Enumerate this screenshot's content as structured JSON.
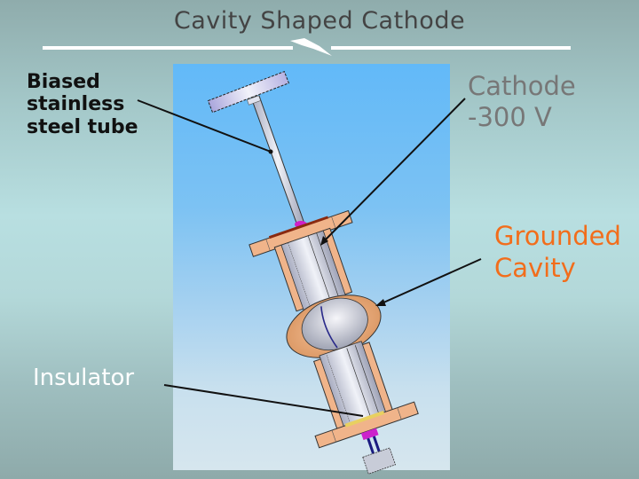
{
  "slide": {
    "title": "Cavity Shaped Cathode",
    "colors": {
      "background_top": "#8facac",
      "background_mid": "#b8dfe1",
      "title_text": "#444444",
      "title_rule": "#ffffff",
      "panel_top": "#62b9f8",
      "panel_bottom": "#d6e6ee",
      "copper": "#f0b48a",
      "steel": "#c8ccd8",
      "insulator_magenta": "#cc22cc"
    }
  },
  "labels": {
    "biased_tube": {
      "line1": "Biased",
      "line2": "stainless",
      "line3": "steel tube",
      "color": "#111111"
    },
    "cathode": {
      "line1": "Cathode",
      "line2": "-300 V",
      "color": "#777777"
    },
    "grounded_cavity": {
      "line1": "Grounded",
      "line2": "Cavity",
      "color": "#f26d1b"
    },
    "insulator": {
      "text": "Insulator",
      "color": "#ffffff"
    }
  },
  "diagram": {
    "components": [
      "top-disk",
      "biased-steel-tube",
      "upper-flange",
      "cathode-cylinder",
      "grounded-cavity-bulge",
      "lower-flange",
      "insulator",
      "bottom-connector"
    ],
    "callouts": [
      {
        "from": "biased_tube",
        "to": "biased-steel-tube"
      },
      {
        "from": "cathode",
        "to": "cathode-cylinder"
      },
      {
        "from": "grounded_cavity",
        "to": "grounded-cavity-bulge"
      },
      {
        "from": "insulator",
        "to": "insulator"
      }
    ]
  }
}
